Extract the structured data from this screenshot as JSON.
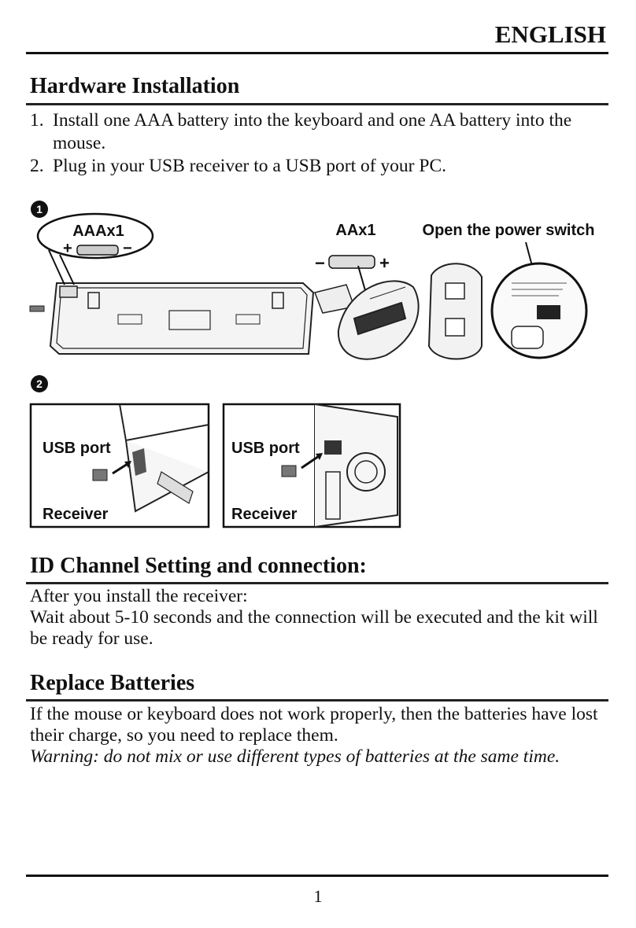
{
  "header": {
    "language": "ENGLISH"
  },
  "hardware": {
    "title": "Hardware Installation",
    "steps": [
      {
        "num": "1.",
        "text": "Install one AAA battery into the keyboard and one AA battery into the mouse."
      },
      {
        "num": "2.",
        "text": "Plug in your USB receiver to a USB port of your PC."
      }
    ]
  },
  "figure": {
    "step1_badge": "1",
    "step2_badge": "2",
    "aaa_label": "AAAx1",
    "aa_label": "AAx1",
    "power_label": "Open the power switch",
    "plus": "+",
    "minus": "−",
    "laptop_port_label": "USB port",
    "laptop_receiver_label": "Receiver",
    "pc_port_label": "USB port",
    "pc_receiver_label": "Receiver"
  },
  "id_channel": {
    "title": "ID Channel Setting and connection:",
    "line1": "After you install the receiver:",
    "line2": "Wait about 5-10 seconds and the connection will be executed and the kit will be ready for use."
  },
  "replace": {
    "title": "Replace Batteries",
    "text": "If the mouse or keyboard does not work properly, then the batteries have lost their charge, so you need to replace them.",
    "warning": "Warning: do not mix or use different types of batteries at the same time."
  },
  "footer": {
    "page": "1"
  }
}
